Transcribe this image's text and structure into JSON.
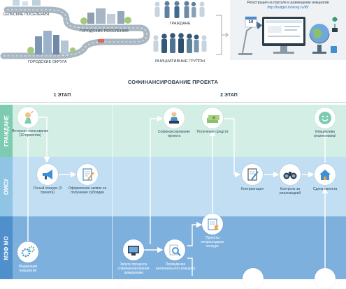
{
  "top": {
    "settlement_types": [
      "СЕЛЬСКИЕ ПОСЕЛЕНИЯ",
      "ГОРОДСКИЕ ПОСЕЛЕНИЯ",
      "ГОРОДСКИЕ ОКРУГА"
    ],
    "participants": [
      "ГРАЖДАНЕ",
      "ИНИЦИАТИВНЫЕ ГРУППЫ"
    ],
    "portal_caption": "Регистрация на портале и размещение инициатив",
    "portal_url": "http://budget.mosreg.ru/iB/",
    "calendar_day": "10"
  },
  "section_title": "СОФИНАНСИРОВАНИЕ ПРОЕКТА",
  "stages": [
    "1 ЭТАП",
    "2 ЭТАП"
  ],
  "lanes": [
    {
      "label": "ГРАЖДАНЕ",
      "color": "#7dcbb0"
    },
    {
      "label": "ОМСУ",
      "color": "#8fc4e4"
    },
    {
      "label": "МЭФ МО",
      "color": "#4f8fcb"
    }
  ],
  "nodes": {
    "internet_voting": "Интернет-голосование (10 проектов)",
    "contest_omsu": "Очный конкурс (3 проекта)",
    "applications": "Оформление заявок на получение субсидии",
    "moderation": "Модерация инициатив",
    "cofinancing": "Софинансирование проекта",
    "receive_funds": "Получение средств",
    "initiative_done": "Инициатива реализована!",
    "contracting": "Контрактация",
    "control": "Контроль за реализацией",
    "handover": "Сдача проекта",
    "not_passed": "Проекты непрошедшие конкурс",
    "launch": "Запуск процесса софинансирования гражданами",
    "regional_contest": "Проведение регионального конкурса"
  }
}
